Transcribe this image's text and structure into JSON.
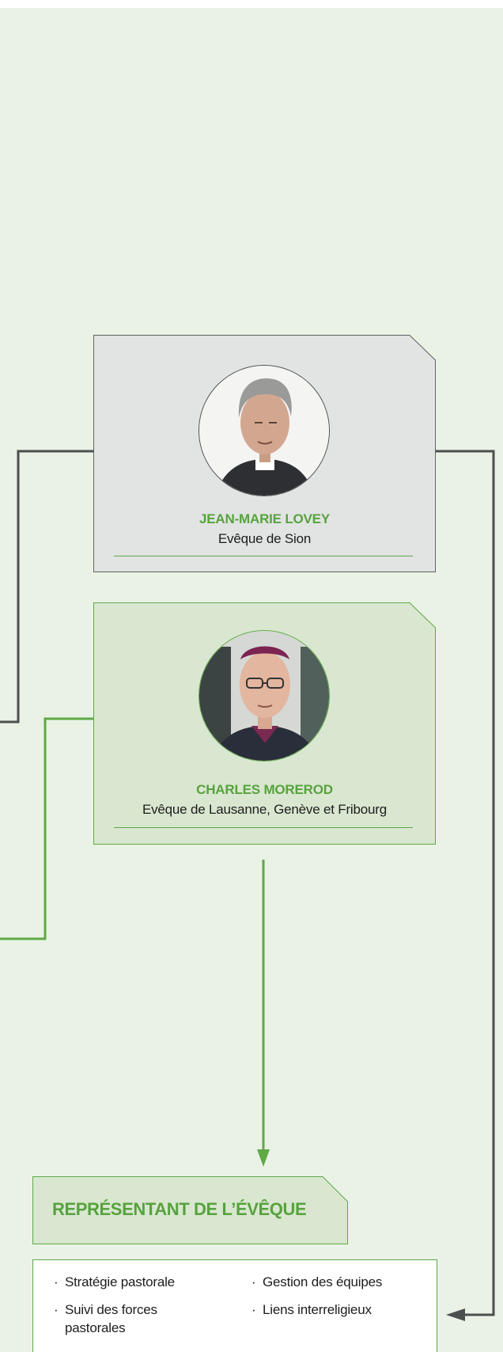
{
  "people": [
    {
      "name": "JEAN-MARIE LOVEY",
      "role": "Evêque de Sion"
    },
    {
      "name": "CHARLES MOREROD",
      "role": "Evêque de Lausanne, Genève et Fribourg"
    }
  ],
  "representative": {
    "title": "REPRÉSENTANT DE L’ÉVÊQUE",
    "tasks": [
      "Stratégie pastorale",
      "Gestion des équipes",
      "Suivi des forces pastorales",
      "Liens interreligieux"
    ],
    "bullet": "·"
  },
  "colors": {
    "background": "#eaf2e6",
    "card_grey": "#e1e4e3",
    "card_green": "#d9e7d0",
    "accent_green": "#57a23e",
    "connector_dark": "#4b4f4e",
    "connector_green": "#5fa946"
  }
}
